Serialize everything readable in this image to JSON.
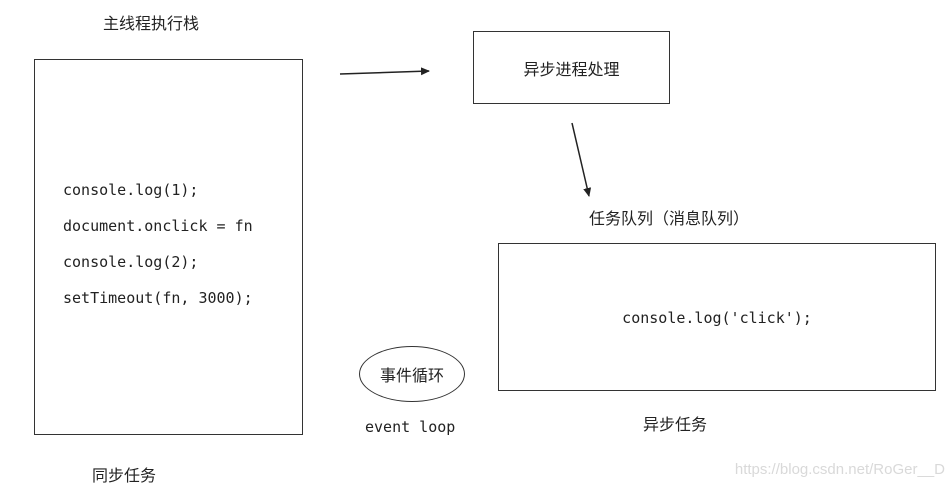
{
  "main_stack": {
    "title": "主线程执行栈",
    "code": [
      "console.log(1);",
      "document.onclick = fn",
      "console.log(2);",
      "setTimeout(fn, 3000);"
    ],
    "caption": "同步任务"
  },
  "async_process": {
    "label": "异步进程处理"
  },
  "task_queue": {
    "title": "任务队列（消息队列）",
    "code": "console.log('click');",
    "caption": "异步任务"
  },
  "event_loop": {
    "label": "事件循环",
    "caption": "event loop"
  },
  "watermark": "https://blog.csdn.net/RoGer__D"
}
